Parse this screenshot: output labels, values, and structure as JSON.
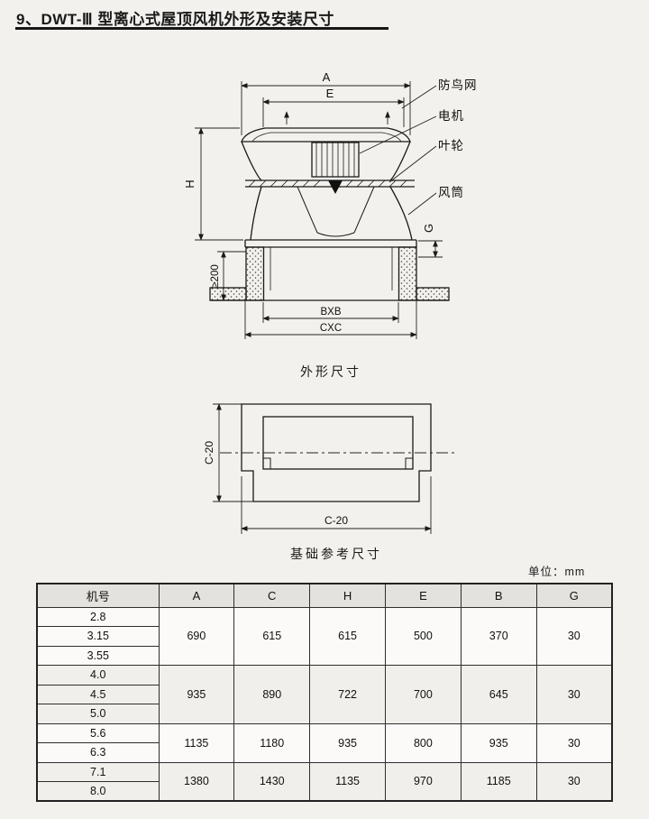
{
  "page": {
    "title": "9、DWT-Ⅲ 型离心式屋顶风机外形及安装尺寸",
    "unit_label": "单位：mm"
  },
  "outline_diagram": {
    "caption": "外形尺寸",
    "part_labels": {
      "bird_net": "防鸟网",
      "motor": "电机",
      "impeller": "叶轮",
      "duct": "风筒"
    },
    "dimensions": {
      "a": "A",
      "e": "E",
      "h": "H",
      "g": "G",
      "min_height": "≥200",
      "bxb": "BXB",
      "cxc": "CXC"
    }
  },
  "foundation_diagram": {
    "caption": "基础参考尺寸",
    "dimensions": {
      "width": "C-20",
      "height": "C-20"
    }
  },
  "table": {
    "headers": [
      "机号",
      "A",
      "C",
      "H",
      "E",
      "B",
      "G"
    ],
    "groups": [
      {
        "models": [
          "2.8",
          "3.15",
          "3.55"
        ],
        "values": [
          "690",
          "615",
          "615",
          "500",
          "370",
          "30"
        ]
      },
      {
        "models": [
          "4.0",
          "4.5",
          "5.0"
        ],
        "values": [
          "935",
          "890",
          "722",
          "700",
          "645",
          "30"
        ]
      },
      {
        "models": [
          "5.6",
          "6.3"
        ],
        "values": [
          "1135",
          "1180",
          "935",
          "800",
          "935",
          "30"
        ]
      },
      {
        "models": [
          "7.1",
          "8.0"
        ],
        "values": [
          "1380",
          "1430",
          "1135",
          "970",
          "1185",
          "30"
        ]
      }
    ]
  }
}
